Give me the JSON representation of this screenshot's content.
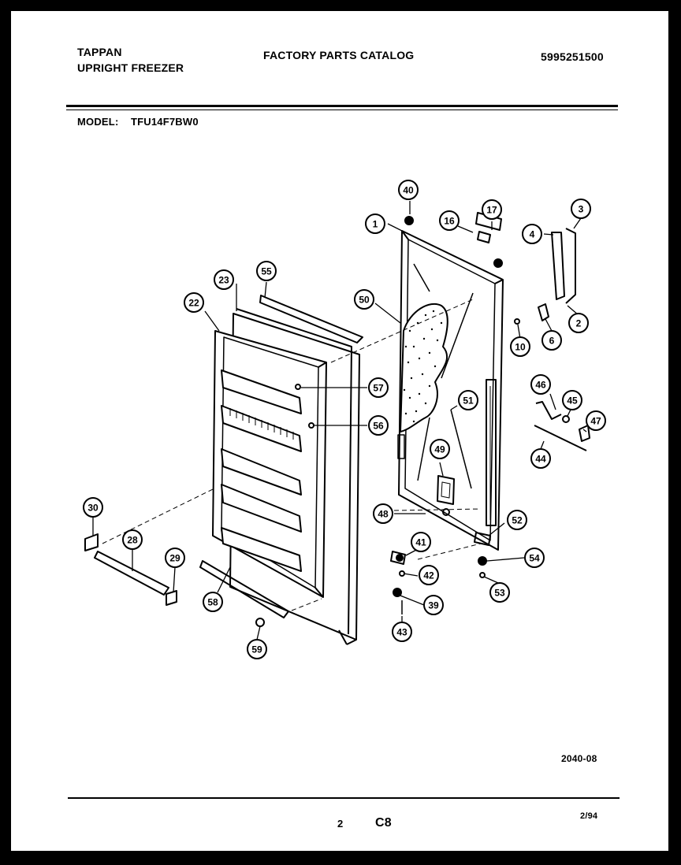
{
  "header": {
    "brand": "TAPPAN",
    "product": "UPRIGHT FREEZER",
    "catalog_title": "FACTORY PARTS CATALOG",
    "catalog_number": "5995251500",
    "model_label": "MODEL:",
    "model_number": "TFU14F7BW0"
  },
  "callouts": [
    "1",
    "2",
    "3",
    "4",
    "6",
    "10",
    "16",
    "17",
    "22",
    "23",
    "28",
    "29",
    "30",
    "39",
    "40",
    "41",
    "42",
    "43",
    "44",
    "45",
    "46",
    "47",
    "48",
    "49",
    "50",
    "51",
    "52",
    "53",
    "54",
    "55",
    "56",
    "57",
    "58",
    "59"
  ],
  "footer": {
    "drawing_number": "2040-08",
    "page_number": "2",
    "section_code": "C8",
    "date": "2/94"
  }
}
